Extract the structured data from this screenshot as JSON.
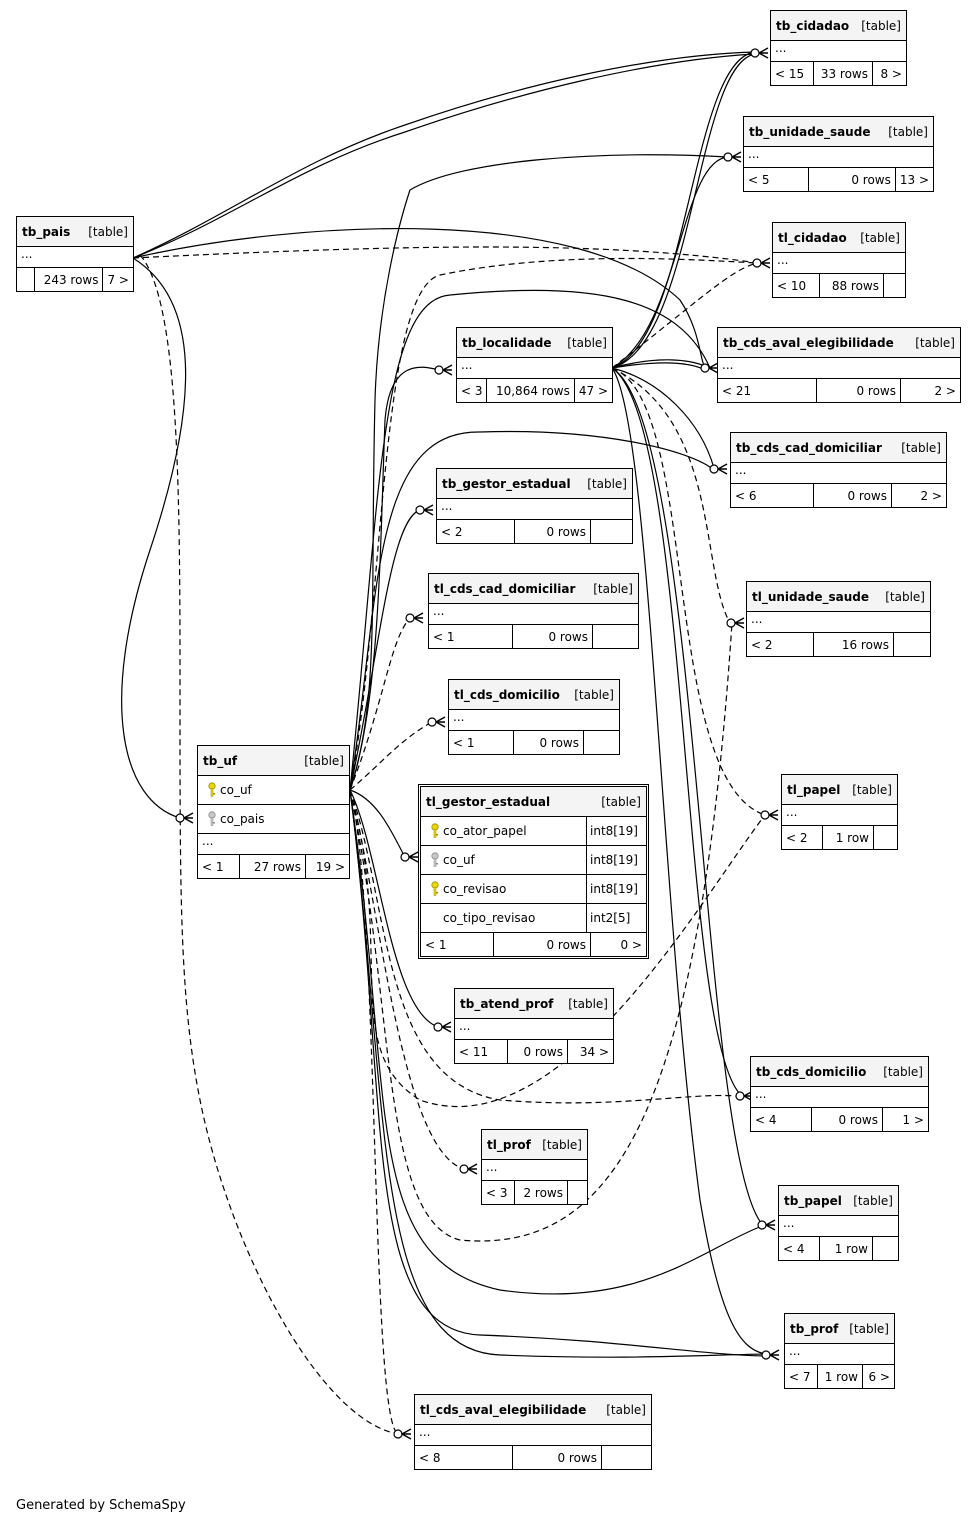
{
  "footer_text": "Generated by SchemaSpy",
  "colors": {
    "edge": "#000000",
    "header_bg": "#f4f4f4",
    "primary_key": "#e8d800",
    "foreign_key": "#a8a8a8"
  },
  "tables": [
    {
      "id": "tb_cidadao",
      "name": "tb_cidadao",
      "type": "[table]",
      "ellipsis": "...",
      "parents": "< 15",
      "rows": "33 rows",
      "children": "8 >"
    },
    {
      "id": "tb_unidade_saude",
      "name": "tb_unidade_saude",
      "type": "[table]",
      "ellipsis": "...",
      "parents": "< 5",
      "rows": "0 rows",
      "children": "13 >"
    },
    {
      "id": "tl_cidadao",
      "name": "tl_cidadao",
      "type": "[table]",
      "ellipsis": "...",
      "parents": "< 10",
      "rows": "88 rows",
      "children": ""
    },
    {
      "id": "tb_pais",
      "name": "tb_pais",
      "type": "[table]",
      "ellipsis": "...",
      "parents": "",
      "rows": "243 rows",
      "children": "7 >"
    },
    {
      "id": "tb_localidade",
      "name": "tb_localidade",
      "type": "[table]",
      "ellipsis": "...",
      "parents": "< 3",
      "rows": "10,864 rows",
      "children": "47 >"
    },
    {
      "id": "tb_cds_aval_elegibilidade",
      "name": "tb_cds_aval_elegibilidade",
      "type": "[table]",
      "ellipsis": "...",
      "parents": "< 21",
      "rows": "0 rows",
      "children": "2 >"
    },
    {
      "id": "tb_cds_cad_domiciliar",
      "name": "tb_cds_cad_domiciliar",
      "type": "[table]",
      "ellipsis": "...",
      "parents": "< 6",
      "rows": "0 rows",
      "children": "2 >"
    },
    {
      "id": "tb_gestor_estadual",
      "name": "tb_gestor_estadual",
      "type": "[table]",
      "ellipsis": "...",
      "parents": "< 2",
      "rows": "0 rows",
      "children": ""
    },
    {
      "id": "tl_cds_cad_domiciliar",
      "name": "tl_cds_cad_domiciliar",
      "type": "[table]",
      "ellipsis": "...",
      "parents": "< 1",
      "rows": "0 rows",
      "children": ""
    },
    {
      "id": "tl_unidade_saude",
      "name": "tl_unidade_saude",
      "type": "[table]",
      "ellipsis": "...",
      "parents": "< 2",
      "rows": "16 rows",
      "children": ""
    },
    {
      "id": "tl_cds_domicilio",
      "name": "tl_cds_domicilio",
      "type": "[table]",
      "ellipsis": "...",
      "parents": "< 1",
      "rows": "0 rows",
      "children": ""
    },
    {
      "id": "tb_uf",
      "name": "tb_uf",
      "type": "[table]",
      "ellipsis": "...",
      "parents": "< 1",
      "rows": "27 rows",
      "children": "19 >",
      "columns": [
        {
          "name": "co_uf",
          "key": "primary"
        },
        {
          "name": "co_pais",
          "key": "foreign"
        }
      ]
    },
    {
      "id": "tl_papel",
      "name": "tl_papel",
      "type": "[table]",
      "ellipsis": "...",
      "parents": "< 2",
      "rows": "1 row",
      "children": ""
    },
    {
      "id": "tl_gestor_estadual",
      "name": "tl_gestor_estadual",
      "type": "[table]",
      "parents": "< 1",
      "rows": "0 rows",
      "children": "0 >",
      "columns": [
        {
          "name": "co_ator_papel",
          "key": "primary",
          "datatype": "int8[19]"
        },
        {
          "name": "co_uf",
          "key": "foreign",
          "datatype": "int8[19]"
        },
        {
          "name": "co_revisao",
          "key": "primary",
          "datatype": "int8[19]"
        },
        {
          "name": "co_tipo_revisao",
          "key": "",
          "datatype": "int2[5]"
        }
      ]
    },
    {
      "id": "tb_atend_prof",
      "name": "tb_atend_prof",
      "type": "[table]",
      "ellipsis": "...",
      "parents": "< 11",
      "rows": "0 rows",
      "children": "34 >"
    },
    {
      "id": "tb_cds_domicilio",
      "name": "tb_cds_domicilio",
      "type": "[table]",
      "ellipsis": "...",
      "parents": "< 4",
      "rows": "0 rows",
      "children": "1 >"
    },
    {
      "id": "tl_prof",
      "name": "tl_prof",
      "type": "[table]",
      "ellipsis": "...",
      "parents": "< 3",
      "rows": "2 rows",
      "children": ""
    },
    {
      "id": "tb_papel",
      "name": "tb_papel",
      "type": "[table]",
      "ellipsis": "...",
      "parents": "< 4",
      "rows": "1 row",
      "children": ""
    },
    {
      "id": "tb_prof",
      "name": "tb_prof",
      "type": "[table]",
      "ellipsis": "...",
      "parents": "< 7",
      "rows": "1 row",
      "children": "6 >"
    },
    {
      "id": "tl_cds_aval_elegibilidade",
      "name": "tl_cds_aval_elegibilidade",
      "type": "[table]",
      "ellipsis": "...",
      "parents": "< 8",
      "rows": "0 rows",
      "children": ""
    }
  ]
}
